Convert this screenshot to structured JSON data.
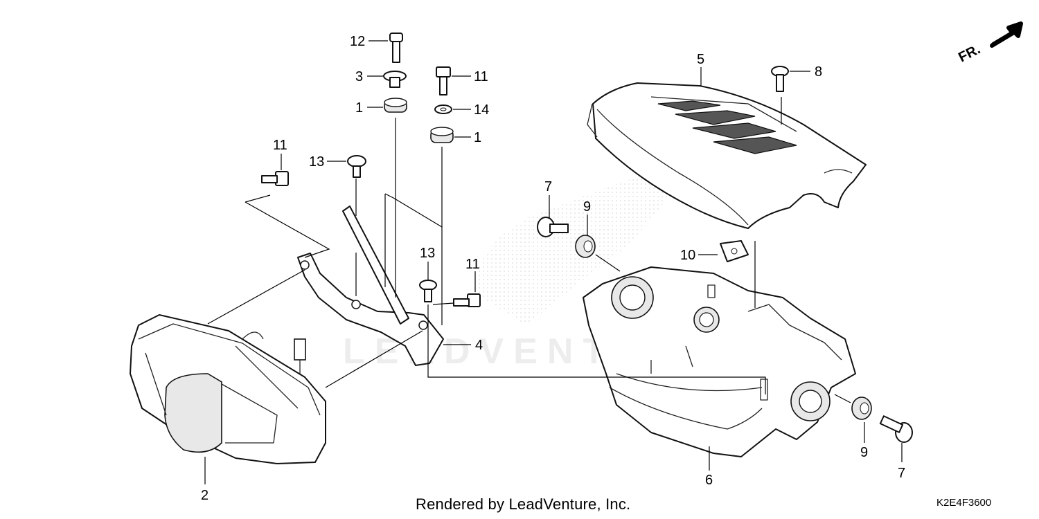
{
  "footer": {
    "credit": "Rendered by LeadVenture, Inc.",
    "code": "K2E4F3600"
  },
  "watermark": "LEADVENTURE",
  "direction_label": "FR.",
  "callouts": {
    "c1a": "1",
    "c1b": "1",
    "c2": "2",
    "c3": "3",
    "c4": "4",
    "c5": "5",
    "c6": "6",
    "c7a": "7",
    "c7b": "7",
    "c8": "8",
    "c9a": "9",
    "c9b": "9",
    "c10": "10",
    "c11a": "11",
    "c11b": "11",
    "c11c": "11",
    "c12": "12",
    "c13a": "13",
    "c13b": "13",
    "c14": "14"
  }
}
